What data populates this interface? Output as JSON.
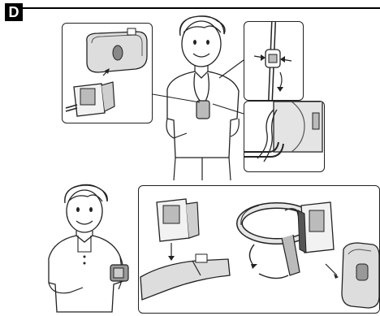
{
  "section": {
    "label": "D"
  },
  "colors": {
    "line": "#222222",
    "shade": "#bdbdbd",
    "dark": "#555555",
    "paper": "#ffffff"
  },
  "figures": {
    "top": {
      "person": "person-wearing-neck-strap",
      "insets": [
        "case-and-device-inset",
        "strap-clip-detail-inset",
        "case-side-detail-inset"
      ]
    },
    "bottom": {
      "person": "person-wearing-arm-band",
      "insets": [
        "arm-band-attachment-inset"
      ]
    }
  }
}
